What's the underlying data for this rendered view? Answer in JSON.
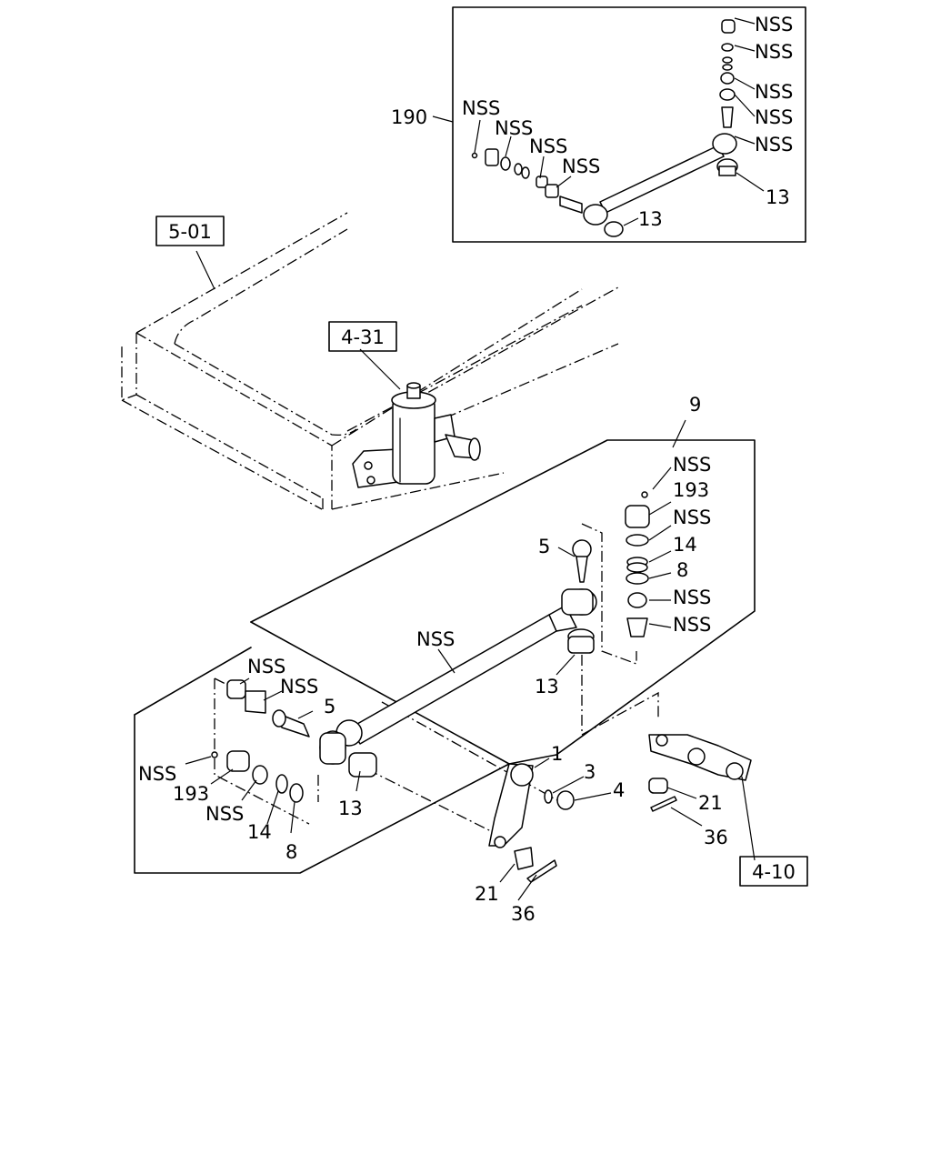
{
  "references": {
    "frame": "5-01",
    "steering_gear": "4-31",
    "axle": "4-10"
  },
  "callouts": {
    "assembly_inset": "190",
    "assembly_main": "9",
    "idler_arm": "1",
    "washer": "3",
    "nut": "4",
    "ball_stud": "5",
    "ring": "8",
    "dust_cover": "13",
    "spring": "14",
    "nut_castle": "21",
    "cotter_pin": "36",
    "plug": "193",
    "not_serviced": "NSS"
  }
}
